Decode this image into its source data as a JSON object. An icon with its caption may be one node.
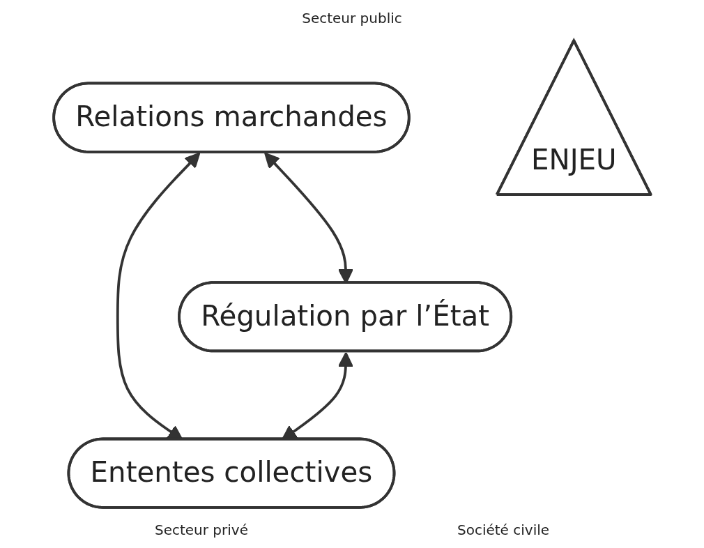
{
  "diagram": {
    "nodes": [
      {
        "text": [
          "Relations marchandes"
        ]
      },
      {
        "text": [
          "Régulation par l’État"
        ]
      },
      {
        "text": [
          "Ententes collectives"
        ]
      },
      {
        "text": [
          "ENJEU"
        ]
      }
    ],
    "edges": [
      {
        "from": 0,
        "to": 1,
        "arrow": "both"
      },
      {
        "from": 0,
        "to": 2,
        "arrow": "both"
      },
      {
        "from": 1,
        "to": 2,
        "arrow": "both"
      }
    ],
    "labels": [
      "Secteur public",
      "Secteur privé",
      "Société civile"
    ]
  }
}
